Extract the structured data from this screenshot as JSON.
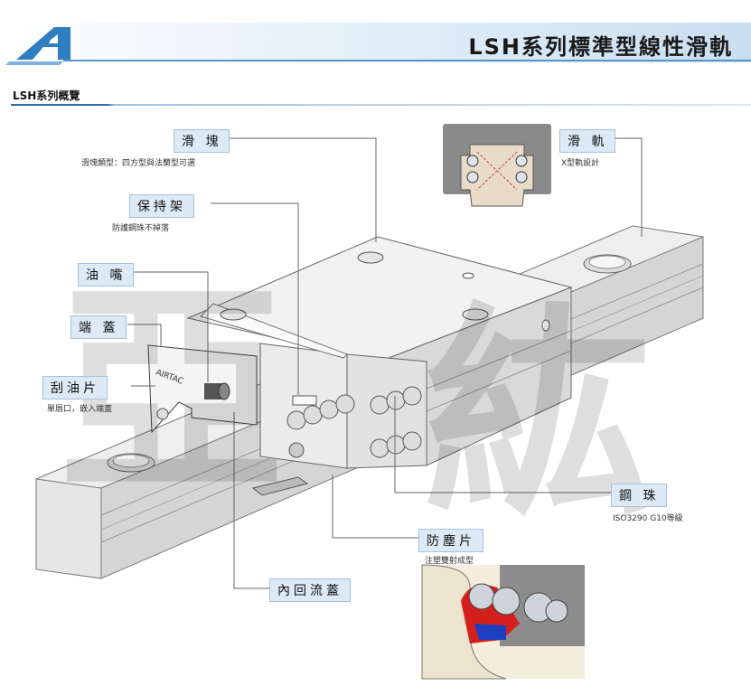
{
  "header": {
    "title": "LSH系列標準型線性滑軌",
    "logo": "logo-a-icon"
  },
  "section": {
    "title": "LSH系列概覽"
  },
  "labels": {
    "block": {
      "name": "滑 塊",
      "note": "滑塊類型：四方型與法蘭型可選"
    },
    "retainer": {
      "name": "保持架",
      "note": "防護鋼珠不掉落"
    },
    "nipple": {
      "name": "油 嘴"
    },
    "endcap": {
      "name": "端 蓋"
    },
    "scraper": {
      "name": "刮油片",
      "note": "單唇口，嵌入端蓋"
    },
    "rail": {
      "name": "滑 軌",
      "note": "X型軌設計"
    },
    "ball": {
      "name": "鋼 珠",
      "note": "ISO3290 G10等級"
    },
    "seal": {
      "name": "防塵片",
      "note": "注塑雙射成型"
    },
    "return_cap": {
      "name": "內回流蓋"
    }
  },
  "engraving": "AIRTAC",
  "watermark": [
    "亞",
    "紘"
  ],
  "colors": {
    "accent": "#2f6da6",
    "label_bg": "#dde9f5",
    "seal_red": "#d4201c",
    "seal_blue": "#1d3fbf"
  }
}
